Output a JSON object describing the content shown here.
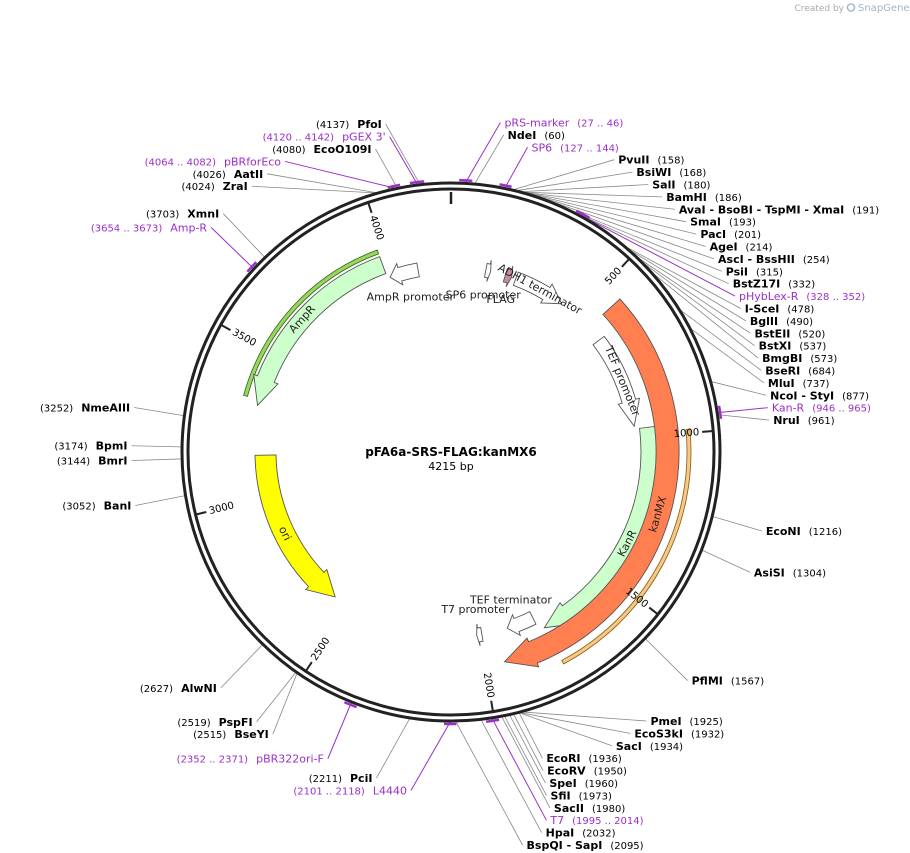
{
  "credit": {
    "prefix": "Created by",
    "brand": "SnapGene"
  },
  "plasmid": {
    "name": "pFA6a-SRS-FLAG:kanMX6",
    "length_label": "4215 bp",
    "length": 4215
  },
  "colors": {
    "backbone": "#222222",
    "primer": "#9b2fc8",
    "kanMX": "#ff7f50",
    "ori": "#ffff00",
    "marker": "#ccffcc",
    "promoter": "#ffffff",
    "flag": "#c88ca0",
    "kanR_band": "#f4c88c",
    "ampR_band": "#9bd36b"
  },
  "ticks": [
    {
      "pos": 500,
      "label": "500"
    },
    {
      "pos": 1000,
      "label": "1000"
    },
    {
      "pos": 1500,
      "label": "1500"
    },
    {
      "pos": 2000,
      "label": "2000"
    },
    {
      "pos": 2500,
      "label": "2500"
    },
    {
      "pos": 3000,
      "label": "3000"
    },
    {
      "pos": 3500,
      "label": "3500"
    },
    {
      "pos": 4000,
      "label": "4000"
    }
  ],
  "enzymes": [
    {
      "pos": 60,
      "name": "NdeI",
      "pos_label": "(60)"
    },
    {
      "pos": 158,
      "name": "PvuII",
      "pos_label": "(158)"
    },
    {
      "pos": 168,
      "name": "BsiWI",
      "pos_label": "(168)"
    },
    {
      "pos": 180,
      "name": "SalI",
      "pos_label": "(180)"
    },
    {
      "pos": 186,
      "name": "BamHI",
      "pos_label": "(186)"
    },
    {
      "pos": 191,
      "name": "AvaI   - BsoBI   - TspMI   - XmaI",
      "pos_label": "(191)"
    },
    {
      "pos": 193,
      "name": "SmaI",
      "pos_label": "(193)"
    },
    {
      "pos": 201,
      "name": "PacI",
      "pos_label": "(201)"
    },
    {
      "pos": 214,
      "name": "AgeI",
      "pos_label": "(214)"
    },
    {
      "pos": 254,
      "name": "AscI   - BssHII",
      "pos_label": "(254)"
    },
    {
      "pos": 315,
      "name": "PsiI",
      "pos_label": "(315)"
    },
    {
      "pos": 332,
      "name": "BstZ17I",
      "pos_label": "(332)"
    },
    {
      "pos": 478,
      "name": "I-SceI",
      "pos_label": "(478)"
    },
    {
      "pos": 490,
      "name": "BglII",
      "pos_label": "(490)"
    },
    {
      "pos": 520,
      "name": "BstEII",
      "pos_label": "(520)"
    },
    {
      "pos": 537,
      "name": "BstXI",
      "pos_label": "(537)"
    },
    {
      "pos": 573,
      "name": "BmgBI",
      "pos_label": "(573)"
    },
    {
      "pos": 684,
      "name": "BseRI",
      "pos_label": "(684)"
    },
    {
      "pos": 737,
      "name": "MluI",
      "pos_label": "(737)"
    },
    {
      "pos": 877,
      "name": "NcoI   - StyI",
      "pos_label": "(877)"
    },
    {
      "pos": 961,
      "name": "NruI",
      "pos_label": "(961)"
    },
    {
      "pos": 1216,
      "name": "EcoNI",
      "pos_label": "(1216)"
    },
    {
      "pos": 1304,
      "name": "AsiSI",
      "pos_label": "(1304)"
    },
    {
      "pos": 1567,
      "name": "PflMI",
      "pos_label": "(1567)"
    },
    {
      "pos": 1925,
      "name": "PmeI",
      "pos_label": "(1925)"
    },
    {
      "pos": 1932,
      "name": "EcoS3kI",
      "pos_label": "(1932)"
    },
    {
      "pos": 1934,
      "name": "SacI",
      "pos_label": "(1934)"
    },
    {
      "pos": 1936,
      "name": "EcoRI",
      "pos_label": "(1936)"
    },
    {
      "pos": 1950,
      "name": "EcoRV",
      "pos_label": "(1950)"
    },
    {
      "pos": 1960,
      "name": "SpeI",
      "pos_label": "(1960)"
    },
    {
      "pos": 1973,
      "name": "SfiI",
      "pos_label": "(1973)"
    },
    {
      "pos": 1980,
      "name": "SacII",
      "pos_label": "(1980)"
    },
    {
      "pos": 2032,
      "name": "HpaI",
      "pos_label": "(2032)"
    },
    {
      "pos": 2095,
      "name": "BspQI   - SapI",
      "pos_label": "(2095)"
    },
    {
      "pos": 2211,
      "name": "PciI",
      "pos_label": "(2211)"
    },
    {
      "pos": 2515,
      "name": "BseYI",
      "pos_label": "(2515)"
    },
    {
      "pos": 2519,
      "name": "PspFI",
      "pos_label": "(2519)"
    },
    {
      "pos": 2627,
      "name": "AlwNI",
      "pos_label": "(2627)"
    },
    {
      "pos": 3052,
      "name": "BanI",
      "pos_label": "(3052)"
    },
    {
      "pos": 3144,
      "name": "BmrI",
      "pos_label": "(3144)"
    },
    {
      "pos": 3174,
      "name": "BpmI",
      "pos_label": "(3174)"
    },
    {
      "pos": 3252,
      "name": "NmeAIII",
      "pos_label": "(3252)"
    },
    {
      "pos": 3703,
      "name": "XmnI",
      "pos_label": "(3703)"
    },
    {
      "pos": 4024,
      "name": "ZraI",
      "pos_label": "(4024)"
    },
    {
      "pos": 4026,
      "name": "AatII",
      "pos_label": "(4026)"
    },
    {
      "pos": 4080,
      "name": "EcoO109I",
      "pos_label": "(4080)"
    },
    {
      "pos": 4137,
      "name": "PfoI",
      "pos_label": "(4137)"
    }
  ],
  "primers": [
    {
      "start": 27,
      "end": 46,
      "name": "pRS-marker",
      "range_label": "(27 .. 46)"
    },
    {
      "start": 127,
      "end": 144,
      "name": "SP6",
      "range_label": "(127 .. 144)"
    },
    {
      "start": 328,
      "end": 352,
      "name": "pHybLex-R",
      "range_label": "(328 .. 352)"
    },
    {
      "start": 946,
      "end": 965,
      "name": "Kan-R",
      "range_label": "(946 .. 965)"
    },
    {
      "start": 1995,
      "end": 2014,
      "name": "T7",
      "range_label": "(1995 .. 2014)"
    },
    {
      "start": 2101,
      "end": 2118,
      "name": "L4440",
      "range_label": "(2101 .. 2118)"
    },
    {
      "start": 2352,
      "end": 2371,
      "name": "pBR322ori-F",
      "range_label": "(2352 .. 2371)"
    },
    {
      "start": 3654,
      "end": 3673,
      "name": "Amp-R",
      "range_label": "(3654 .. 3673)"
    },
    {
      "start": 4064,
      "end": 4082,
      "name": "pBRforEco",
      "range_label": "(4064 .. 4082)"
    },
    {
      "start": 4120,
      "end": 4142,
      "name": "pGEX 3'",
      "range_label": "(4120 .. 4142)"
    }
  ],
  "features": [
    {
      "name": "SP6 promoter",
      "start": 127,
      "end": 145,
      "dir": 1,
      "kind": "promoter"
    },
    {
      "name": "FLAG",
      "start": 200,
      "end": 224,
      "dir": 1,
      "kind": "flag"
    },
    {
      "name": "ADH1 terminator",
      "start": 240,
      "end": 430,
      "dir": 1,
      "kind": "terminator"
    },
    {
      "name": "TEF promoter",
      "start": 620,
      "end": 960,
      "dir": 1,
      "kind": "promoter"
    },
    {
      "name": "KanR",
      "start": 970,
      "end": 1780,
      "dir": 1,
      "kind": "marker"
    },
    {
      "name": "TEF terminator",
      "start": 1800,
      "end": 1900,
      "dir": 1,
      "kind": "terminator"
    },
    {
      "name": "T7 promoter",
      "start": 1995,
      "end": 2014,
      "dir": 1,
      "kind": "promoter"
    },
    {
      "name": "kanMX",
      "start": 560,
      "end": 1940,
      "dir": 1,
      "kind": "kanmx"
    },
    {
      "name": "ori",
      "start": 2560,
      "end": 3150,
      "dir": -1,
      "kind": "ori"
    },
    {
      "name": "AmpR",
      "start": 3320,
      "end": 3980,
      "dir": -1,
      "kind": "marker"
    },
    {
      "name": "AmpR promoter",
      "start": 3990,
      "end": 4095,
      "dir": -1,
      "kind": "promoter"
    }
  ]
}
